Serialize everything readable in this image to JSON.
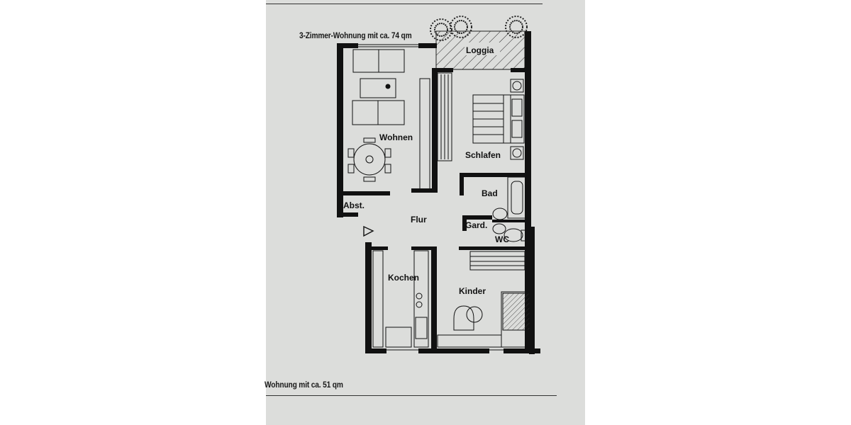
{
  "document": {
    "title": "Floor plan brochure page",
    "header_caption": "3-Zimmer-Wohnung mit ca. 74 qm",
    "footer_caption": "Wohnung mit ca. 51 qm",
    "paper_color": "#dcdddb",
    "wall_color": "#111111"
  },
  "floor_plan": {
    "rooms": [
      {
        "id": "loggia",
        "label": "Loggia"
      },
      {
        "id": "wohnen",
        "label": "Wohnen"
      },
      {
        "id": "schlafen",
        "label": "Schlafen"
      },
      {
        "id": "bad",
        "label": "Bad"
      },
      {
        "id": "abst",
        "label": "Abst."
      },
      {
        "id": "flur",
        "label": "Flur"
      },
      {
        "id": "gard",
        "label": "Gard."
      },
      {
        "id": "wc",
        "label": "WC"
      },
      {
        "id": "kochen",
        "label": "Kochen"
      },
      {
        "id": "kinder",
        "label": "Kinder"
      }
    ],
    "entrance_symbol": "▷"
  }
}
